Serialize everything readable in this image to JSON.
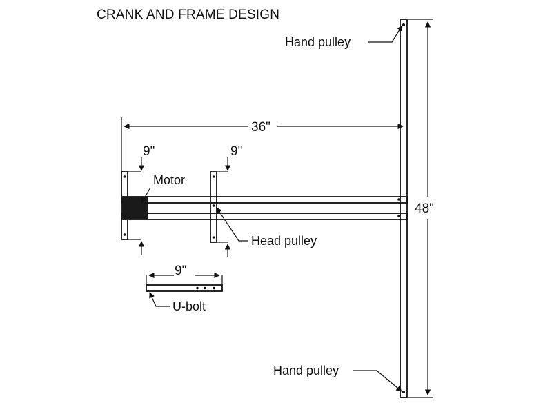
{
  "title": "CRANK AND FRAME DESIGN",
  "labels": {
    "hand_pulley_top": "Hand pulley",
    "hand_pulley_bottom": "Hand pulley",
    "motor": "Motor",
    "head_pulley": "Head pulley",
    "u_bolt": "U-bolt"
  },
  "dimensions": {
    "arm_length": "36\"",
    "bracket_left": "9\"",
    "bracket_right": "9\"",
    "u_bolt_length": "9\"",
    "post_height": "48\""
  },
  "colors": {
    "line": "#111111",
    "motor_fill": "#1a1a1a",
    "background": "#ffffff"
  }
}
